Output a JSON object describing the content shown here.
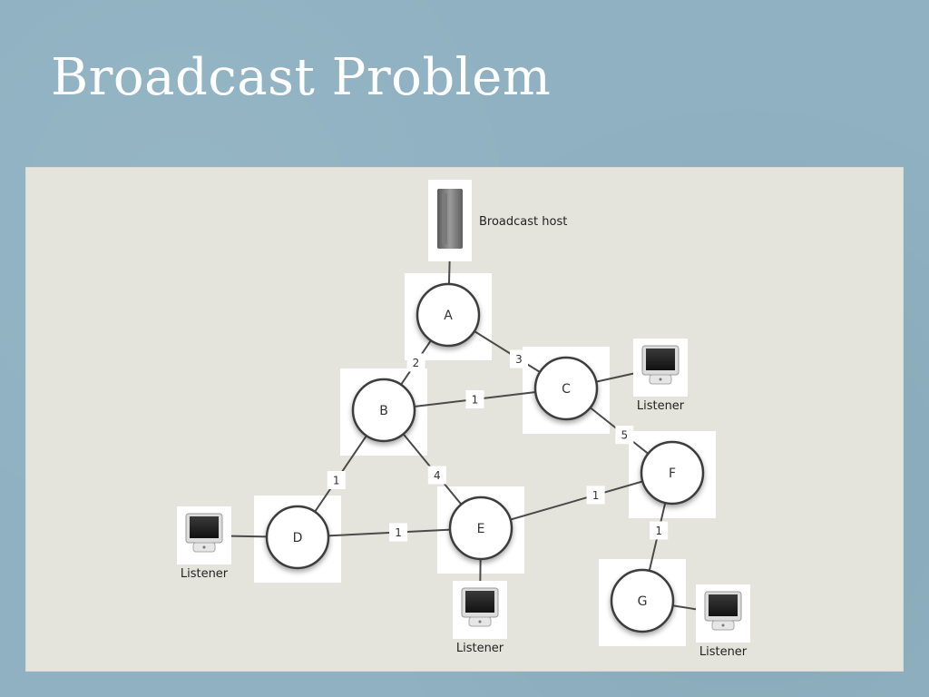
{
  "slide": {
    "title": "Broadcast Problem"
  },
  "network": {
    "nodes": [
      {
        "id": "A",
        "label": "A"
      },
      {
        "id": "B",
        "label": "B"
      },
      {
        "id": "C",
        "label": "C"
      },
      {
        "id": "D",
        "label": "D"
      },
      {
        "id": "E",
        "label": "E"
      },
      {
        "id": "F",
        "label": "F"
      },
      {
        "id": "G",
        "label": "G"
      }
    ],
    "edges": [
      {
        "from": "A",
        "to": "B",
        "weight": "2"
      },
      {
        "from": "A",
        "to": "C",
        "weight": "3"
      },
      {
        "from": "B",
        "to": "C",
        "weight": "1"
      },
      {
        "from": "B",
        "to": "D",
        "weight": "1"
      },
      {
        "from": "B",
        "to": "E",
        "weight": "4"
      },
      {
        "from": "C",
        "to": "F",
        "weight": "5"
      },
      {
        "from": "D",
        "to": "E",
        "weight": "1"
      },
      {
        "from": "E",
        "to": "F",
        "weight": "1"
      },
      {
        "from": "F",
        "to": "G",
        "weight": "1"
      }
    ],
    "broadcast_host": {
      "label": "Broadcast host",
      "attached_to": "A",
      "icon": "server-tower-icon"
    },
    "listeners": [
      {
        "label": "Listener",
        "attached_to": "C",
        "icon": "desktop-computer-icon"
      },
      {
        "label": "Listener",
        "attached_to": "D",
        "icon": "desktop-computer-icon"
      },
      {
        "label": "Listener",
        "attached_to": "E",
        "icon": "desktop-computer-icon"
      },
      {
        "label": "Listener",
        "attached_to": "G",
        "icon": "desktop-computer-icon"
      }
    ]
  }
}
